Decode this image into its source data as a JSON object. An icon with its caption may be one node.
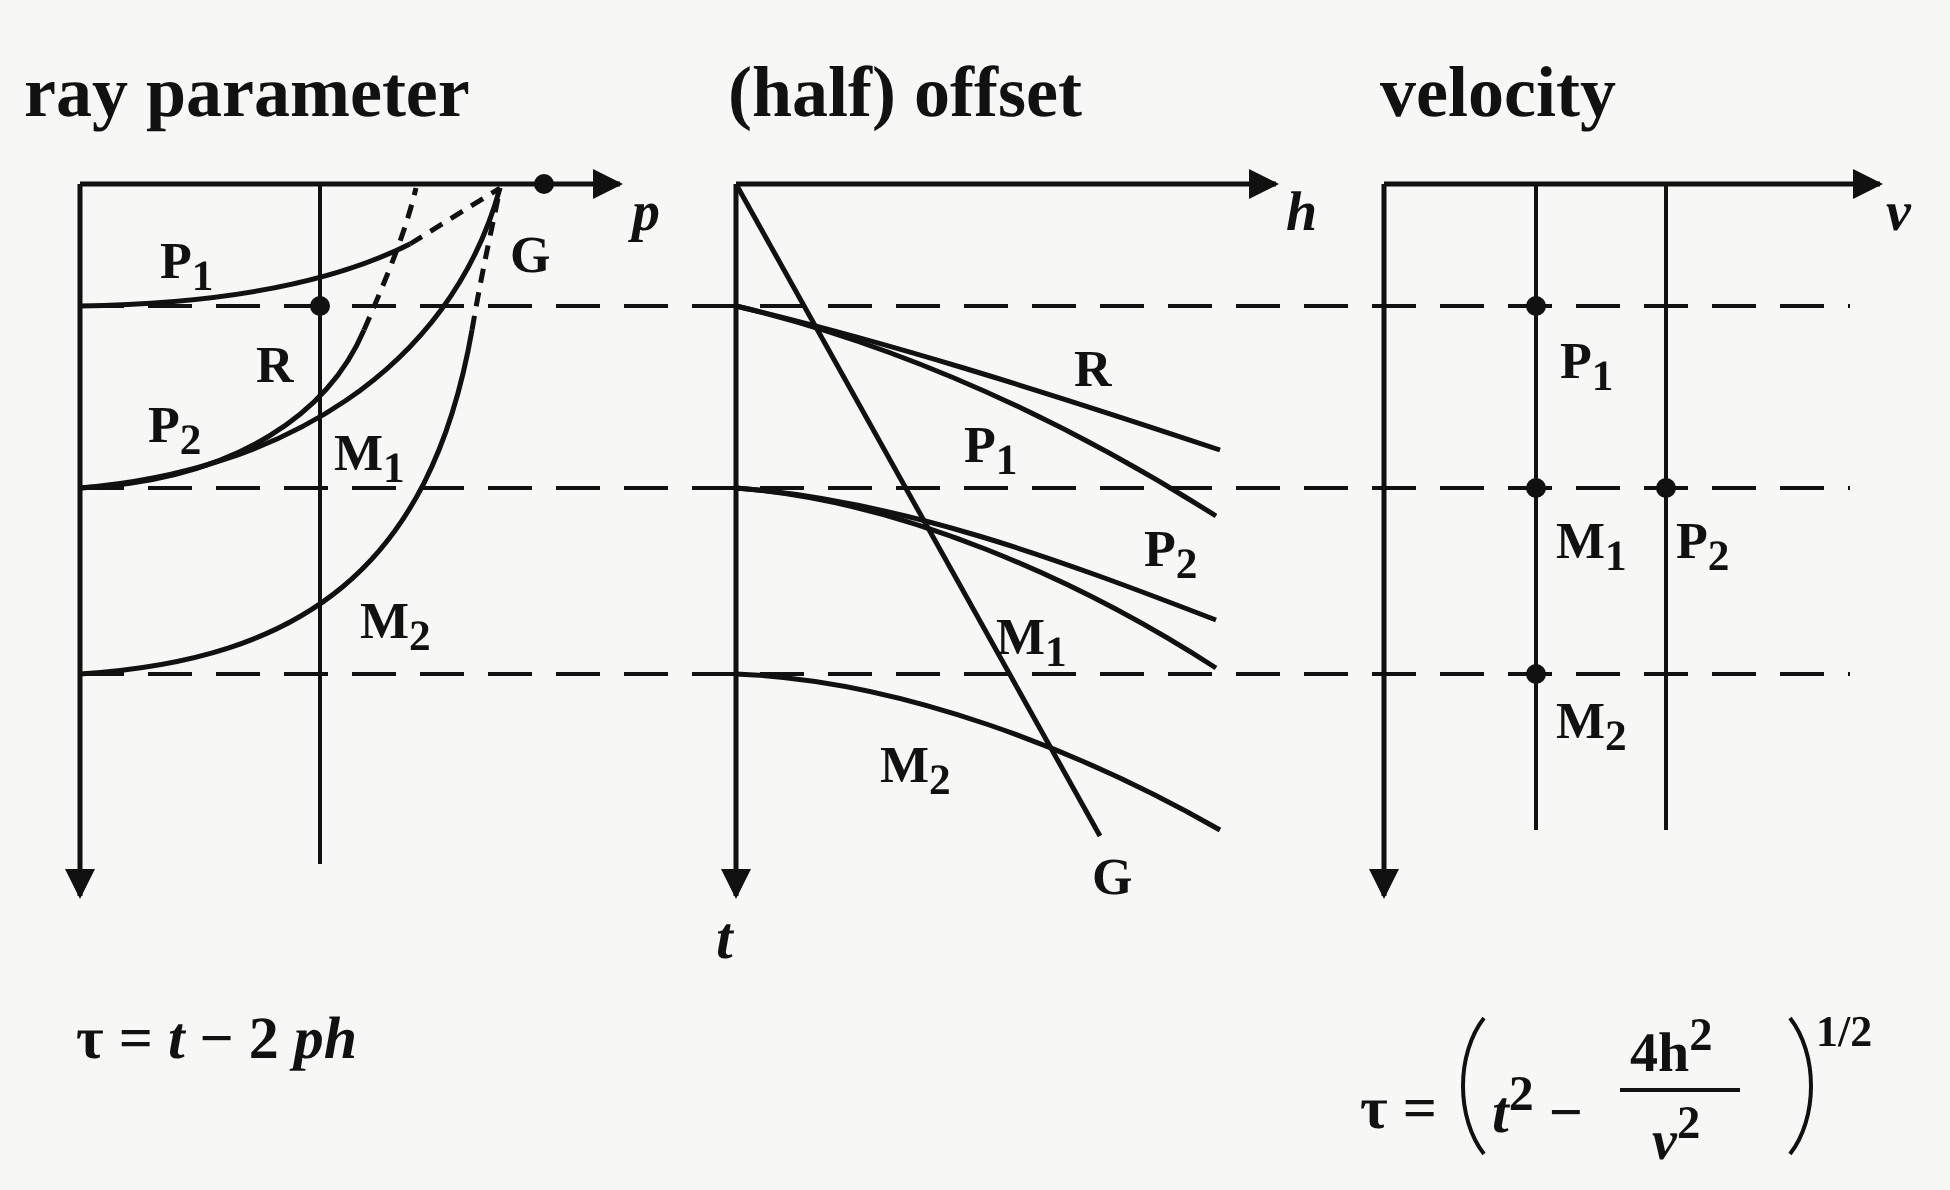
{
  "diagram": {
    "labels": [
      "ray parameter",
      "(half) offset",
      "velocity",
      "p",
      "h",
      "v",
      "P$_{1}$",
      "G",
      "R",
      "P$_{2}$",
      "M$_{1}$",
      "M$_{2}$",
      "R",
      "P$_{1}$",
      "P$_{2}$",
      "M$_{1}$",
      "M$_{2}$",
      "G",
      "P$_{1}$",
      "M$_{1}$",
      "P$_{2}$",
      "M$_{2}$",
      "t",
      "τ = *t* − 2 *ph*",
      "τ =",
      "*t*$^{2}$ −",
      "4h$^{2}$",
      "*v*$^{2}$",
      "1/2"
    ]
  }
}
